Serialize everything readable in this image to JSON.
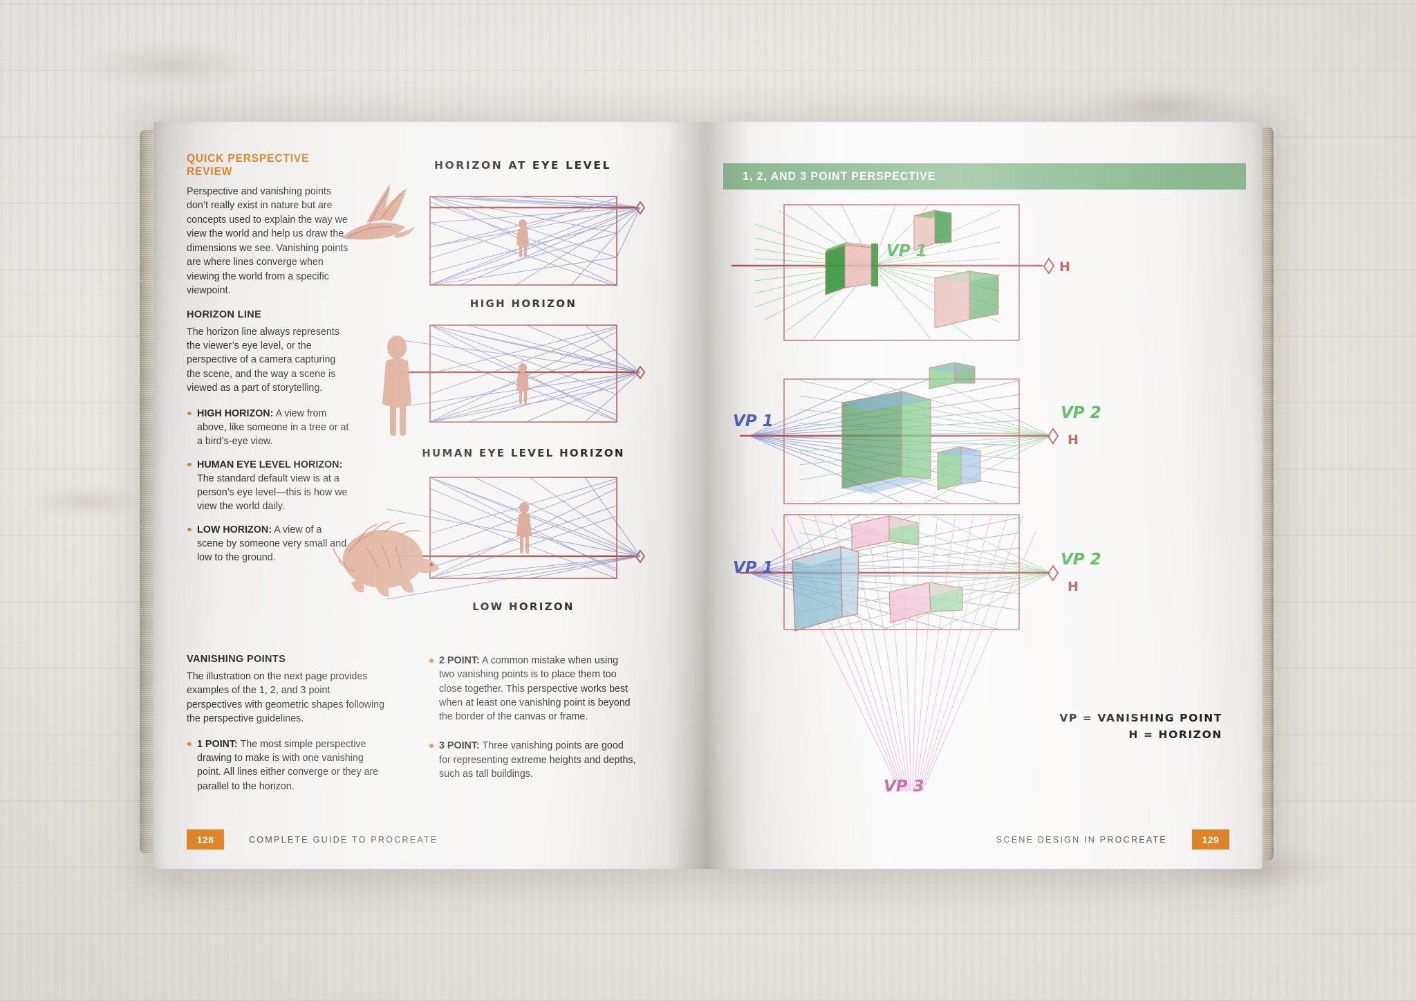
{
  "spread": {
    "left_page": {
      "page_number": "128",
      "running_title": "COMPLETE GUIDE TO PROCREATE",
      "section_heading": "QUICK PERSPECTIVE REVIEW",
      "intro_paragraph": "Perspective and vanishing points don’t really exist in nature but are concepts used to explain the way we view the world and help us draw the dimensions we see. Vanishing points are where lines converge when viewing the world from a specific viewpoint.",
      "horizon_line": {
        "heading": "HORIZON LINE",
        "paragraph": "The horizon line always represents the viewer’s eye level, or the perspective of a camera capturing the scene, and the way a scene is viewed as a part of storytelling.",
        "bullets": [
          {
            "label": "HIGH HORIZON:",
            "text": " A view from above, like someone in a tree or at a bird’s-eye view."
          },
          {
            "label": "HUMAN EYE LEVEL HORIZON:",
            "text": " The standard default view is at a person’s eye level—this is how we view the world daily."
          },
          {
            "label": "LOW HORIZON:",
            "text": " A view of a scene by someone very small and low to the ground."
          }
        ]
      },
      "vanishing_points": {
        "heading": "VANISHING POINTS",
        "paragraph": "The illustration on the next page provides examples of the 1, 2, and 3 point perspectives with geometric shapes following the perspective guidelines.",
        "bullets_col1": [
          {
            "label": "1 POINT:",
            "text": " The most simple perspective drawing to make is with one vanishing point. All lines either converge or they are parallel to the horizon."
          }
        ],
        "bullets_col2": [
          {
            "label": "2 POINT:",
            "text": " A common mistake when using two vanishing points is to place them too close together. This perspective works best when at least one vanishing point is beyond the border of the canvas or frame."
          },
          {
            "label": "3 POINT:",
            "text": " Three vanishing points are good for representing extreme heights and depths, such as tall buildings."
          }
        ]
      },
      "figure": {
        "title": "HORIZON AT EYE LEVEL",
        "panel_captions": [
          "HIGH HORIZON",
          "HUMAN EYE LEVEL HORIZON",
          "LOW HORIZON"
        ]
      }
    },
    "right_page": {
      "page_number": "129",
      "running_title": "SCENE DESIGN IN PROCREATE",
      "banner_heading": "1, 2, AND 3 POINT PERSPECTIVE",
      "panels": [
        {
          "name": "one-point",
          "vp_labels": [
            "VP 1"
          ],
          "horizon_label": "H"
        },
        {
          "name": "two-point",
          "vp_labels": [
            "VP 1",
            "VP 2"
          ],
          "horizon_label": "H"
        },
        {
          "name": "three-point",
          "vp_labels": [
            "VP 1",
            "VP 2",
            "VP 3"
          ],
          "horizon_label": "H"
        }
      ],
      "legend": {
        "line1": "VP = VANISHING POINT",
        "line2": "H = HORIZON"
      }
    }
  },
  "colors": {
    "accent_orange": "#e08525",
    "banner_green": "#8dbb92",
    "vp_blue": "#4a5fc4",
    "vp_green": "#49b84e",
    "vp_pink": "#c0549c",
    "horizon_red": "#b4554e",
    "body_text": "#333333"
  }
}
